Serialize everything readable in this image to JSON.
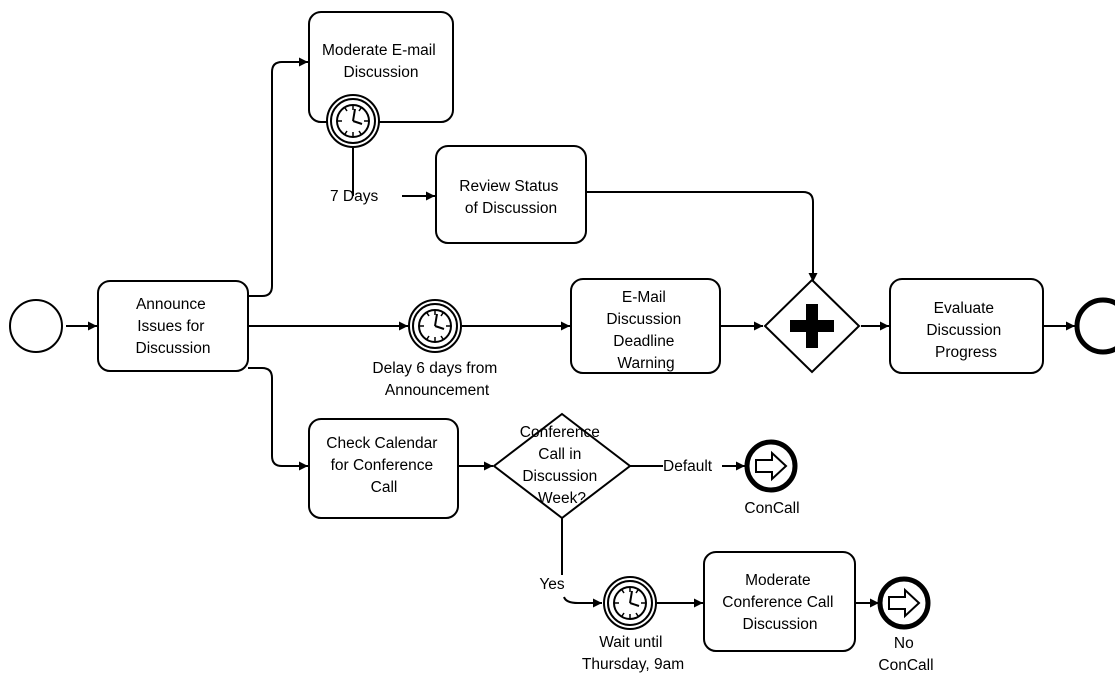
{
  "tasks": {
    "announce": [
      "Announce",
      "Issues for",
      "Discussion"
    ],
    "moderate_email": [
      "Moderate E-mail",
      "Discussion"
    ],
    "review_status": [
      "Review Status",
      "of Discussion"
    ],
    "email_warning": [
      "E-Mail",
      "Discussion",
      "Deadline",
      "Warning"
    ],
    "evaluate": [
      "Evaluate",
      "Discussion",
      "Progress"
    ],
    "check_calendar": [
      "Check Calendar",
      "for Conference",
      "Call"
    ],
    "moderate_conf": [
      "Moderate",
      "Conference Call",
      "Discussion"
    ]
  },
  "gateway_question": [
    "Conference",
    "Call in",
    "Discussion",
    "Week?"
  ],
  "labels": {
    "seven_days": "7 Days",
    "delay": [
      "Delay 6 days from",
      "Announcement"
    ],
    "default": "Default",
    "yes": "Yes",
    "wait": [
      "Wait until",
      "Thursday, 9am"
    ],
    "concall": "ConCall",
    "no_concall": [
      "No",
      "ConCall"
    ]
  }
}
